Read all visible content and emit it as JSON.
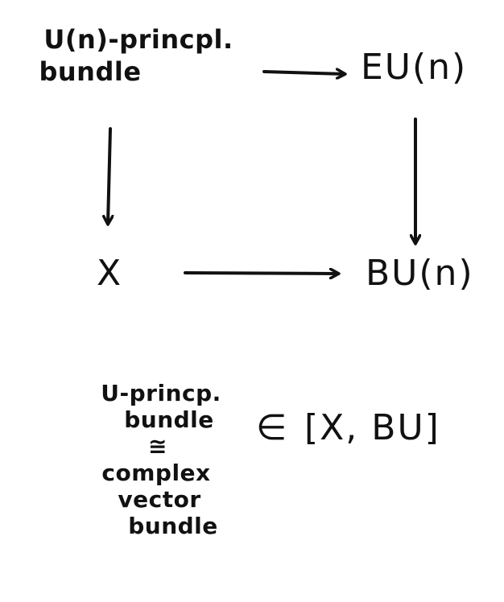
{
  "diagram": {
    "top_left_line1": "U(n)-princpl.",
    "top_left_line2": "bundle",
    "top_right": "EU(n)",
    "bottom_left": "X",
    "bottom_right": "BU(n)"
  },
  "note": {
    "line1": "U-princp.",
    "line2": "bundle",
    "line3": "≅",
    "line4": "complex",
    "line5": "vector",
    "line6": "bundle",
    "element_of": "∈",
    "set_expr": "[X, BU]"
  }
}
